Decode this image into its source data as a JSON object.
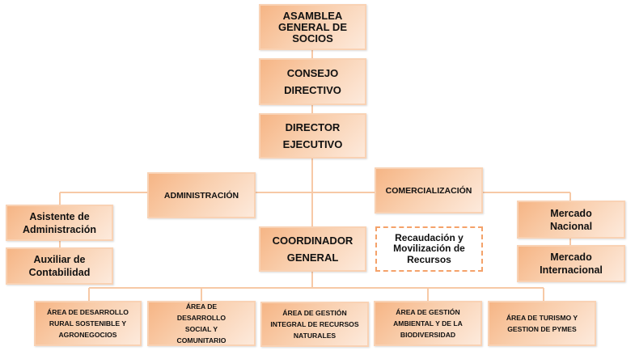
{
  "chart": {
    "top": {
      "asamblea": "ASAMBLEA GENERAL DE SOCIOS",
      "consejo": "CONSEJO DIRECTIVO",
      "director": "DIRECTOR EJECUTIVO"
    },
    "left": {
      "administracion": "ADMINISTRACIÓN",
      "asistente": "Asistente de Administración",
      "auxiliar": "Auxiliar  de Contabilidad"
    },
    "right": {
      "comercializacion": "COMERCIALIZACIÓN",
      "mercado_nacional": "Mercado Nacional",
      "mercado_internacional": "Mercado Internacional"
    },
    "center": {
      "coordinador": "COORDINADOR GENERAL",
      "recaudacion": "Recaudación y Movilización de Recursos"
    },
    "areas": [
      "ÁREA DE DESARROLLO RURAL SOSTENIBLE Y AGRONEGOCIOS",
      "ÁREA DE DESARROLLO SOCIAL Y COMUNITARIO",
      "ÁREA DE GESTIÓN INTEGRAL DE RECURSOS NATURALES",
      "ÁREA DE GESTIÓN AMBIENTAL Y DE LA BIODIVERSIDAD",
      "ÁREA DE TURISMO Y GESTION DE PYMES"
    ]
  },
  "colors": {
    "box_dark": "#f6b585",
    "box_light": "#fdeadc",
    "line": "#f7c9a6",
    "dashed": "#f4a26a"
  }
}
